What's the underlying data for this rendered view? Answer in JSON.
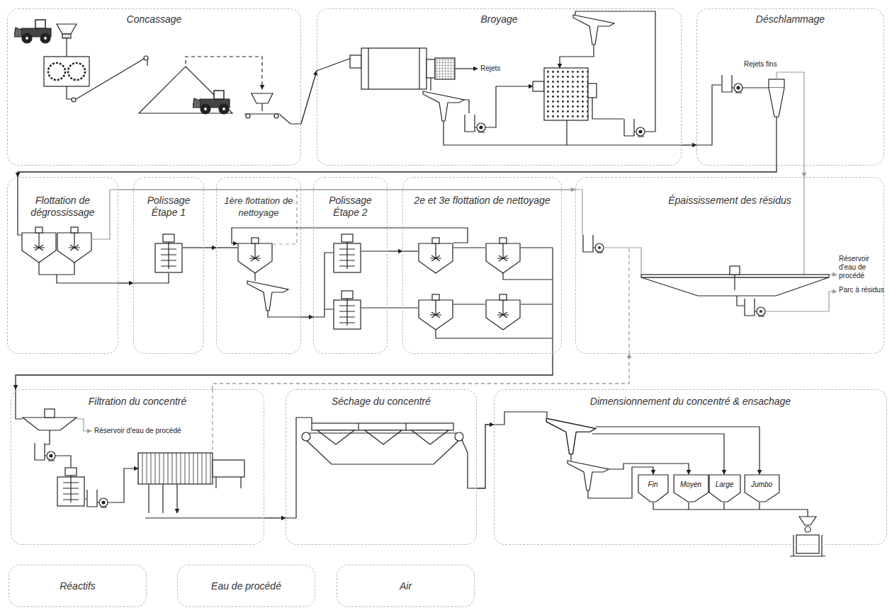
{
  "diagram": {
    "nodes": [
      {
        "text": [
          "Concassage"
        ]
      },
      {
        "text": [
          "Broyage"
        ]
      },
      {
        "text": [
          "Déschlammage"
        ]
      },
      {
        "text": [
          "Flottation de dégrossissage"
        ]
      },
      {
        "text": [
          "Polissage Étape 1"
        ]
      },
      {
        "text": [
          "1ère flottation de nettoyage"
        ]
      },
      {
        "text": [
          "Polissage Étape 2"
        ]
      },
      {
        "text": [
          "2e et 3e flottation de nettoyage"
        ]
      },
      {
        "text": [
          "Épaississement des résidus"
        ]
      },
      {
        "text": [
          "Filtration du concentré"
        ]
      },
      {
        "text": [
          "Séchage du concentré"
        ]
      },
      {
        "text": [
          "Dimensionnement du concentré & ensachage"
        ]
      },
      {
        "text": [
          "Fin"
        ],
        "in": 11
      },
      {
        "text": [
          "Moyen"
        ],
        "in": 11
      },
      {
        "text": [
          "Large"
        ],
        "in": 11
      },
      {
        "text": [
          "Jumbo"
        ],
        "in": 11
      },
      {
        "text": [
          "Réactifs"
        ]
      },
      {
        "text": [
          "Eau de procédé"
        ]
      },
      {
        "text": [
          "Air"
        ]
      }
    ],
    "edges": [
      {
        "from": 0,
        "to": 1,
        "arrow": "to"
      },
      {
        "from": 1,
        "to": 2,
        "arrow": "to"
      },
      {
        "from": 2,
        "to": 3,
        "arrow": "to"
      },
      {
        "from": 2,
        "to": 8,
        "arrow": "to"
      },
      {
        "from": 3,
        "to": 4,
        "arrow": "to"
      },
      {
        "from": 3,
        "to": 8,
        "arrow": "to"
      },
      {
        "from": 4,
        "to": 5,
        "arrow": "to"
      },
      {
        "from": 5,
        "to": 6,
        "arrow": "to"
      },
      {
        "from": 6,
        "to": 7,
        "arrow": "to"
      },
      {
        "from": 7,
        "to": 9,
        "arrow": "to"
      },
      {
        "from": 9,
        "to": 8,
        "arrow": "to"
      },
      {
        "from": 9,
        "to": 10,
        "arrow": "to"
      },
      {
        "from": 10,
        "to": 11,
        "arrow": "to"
      }
    ],
    "labels": [
      "Rejets",
      "Rejets fins",
      "Réservoir d'eau de procédé",
      "Parc à résidus",
      "Réservoir d'eau de procédé"
    ]
  }
}
